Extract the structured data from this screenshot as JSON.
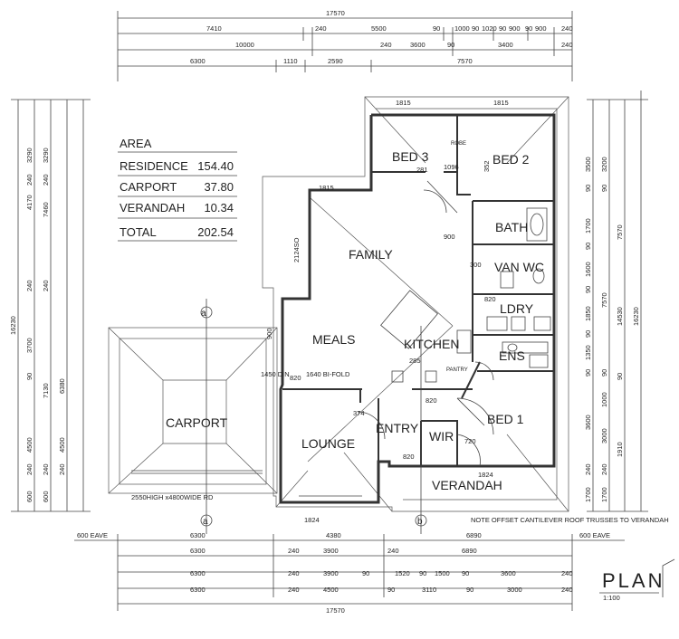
{
  "area_table": {
    "heading": "AREA",
    "rows": [
      {
        "name": "RESIDENCE",
        "value": "154.40"
      },
      {
        "name": "CARPORT",
        "value": "37.80"
      },
      {
        "name": "VERANDAH",
        "value": "10.34"
      }
    ],
    "total_label": "TOTAL",
    "total_value": "202.54"
  },
  "rooms": {
    "bed3": "BED 3",
    "bed2": "BED 2",
    "family": "FAMILY",
    "bath": "BATH",
    "van_wc": "VAN WC",
    "ldry": "LDRY",
    "meals": "MEALS",
    "kitchen": "KITCHEN",
    "ens": "ENS",
    "bed1": "BED 1",
    "carport": "CARPORT",
    "lounge": "LOUNGE",
    "entry": "ENTRY",
    "wir": "WIR",
    "verandah": "VERANDAH"
  },
  "title": {
    "main": "PLAN",
    "scale": "1:100"
  },
  "notes": {
    "bifold": "1640 BI-FOLD",
    "carport_opening": "2550HIGH x4800WIDE RD",
    "roof_note": "NOTE OFFSET CANTILEVER ROOF TRUSSES TO VERANDAH",
    "robe": "ROBE",
    "pantry": "PANTRY",
    "section_a": "a",
    "section_b": "b"
  },
  "top_dims": {
    "overall": "17570",
    "row1": [
      "7410",
      "240",
      "5500",
      "90",
      "1000",
      "90",
      "1020",
      "90",
      "900",
      "90",
      "900",
      "240"
    ],
    "row2": [
      "10000",
      "240",
      "3600",
      "90",
      "3400",
      "240"
    ],
    "row3": [
      "6300",
      "1110",
      "2590",
      "7570"
    ]
  },
  "bottom_dims": {
    "eave_left": "600 EAVE",
    "eave_right": "600 EAVE",
    "row1": [
      "6300",
      "4380",
      "6890"
    ],
    "row2": [
      "6300",
      "240",
      "3900",
      "240",
      "6890"
    ],
    "row3": [
      "6300",
      "240",
      "3900",
      "90",
      "1520",
      "90",
      "1500",
      "90",
      "3600",
      "240"
    ],
    "row4": [
      "6300",
      "240",
      "4500",
      "90",
      "3110",
      "90",
      "3000",
      "240"
    ],
    "overall": "17570"
  },
  "left_dims": {
    "outer": "16230",
    "col1": [
      "3290",
      "240",
      "4170",
      "240",
      "3700",
      "90",
      "4500",
      "240",
      "600"
    ],
    "col2": [
      "3290",
      "240",
      "7460",
      "240",
      "7130",
      "240",
      "600"
    ],
    "col3": [
      "6380",
      "4500",
      "240"
    ]
  },
  "right_dims": {
    "outer": "16230",
    "inner": "14530",
    "col1": [
      "3500",
      "90",
      "1700",
      "90",
      "1600",
      "90",
      "1850",
      "90",
      "1350",
      "90",
      "3600",
      "240",
      "1700"
    ],
    "col2": [
      "3200",
      "90",
      "7570",
      "90",
      "1000",
      "3000",
      "240",
      "1700"
    ],
    "col3": [
      "7570",
      "90",
      "1910"
    ]
  },
  "inner_dims": [
    "1815",
    "1815",
    "1815",
    "1824",
    "1824",
    "281",
    "352",
    "1096",
    "900",
    "300",
    "820",
    "820",
    "820",
    "720",
    "820",
    "374",
    "285",
    "2124SO",
    "1450 DIN",
    "900"
  ]
}
